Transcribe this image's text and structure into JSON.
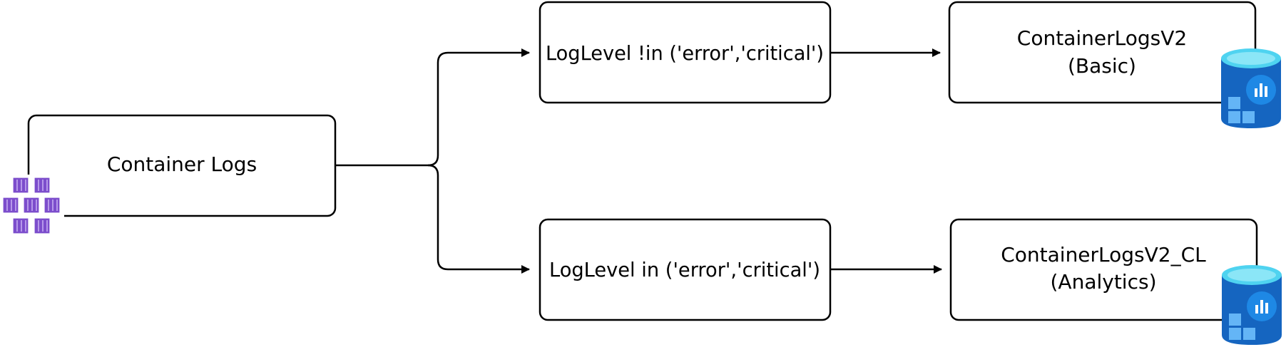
{
  "nodes": {
    "source": {
      "label": "Container Logs",
      "icon": "kubernetes-containers-icon"
    },
    "filter_basic": {
      "label": "LogLevel !in ('error','critical')"
    },
    "filter_analytics": {
      "label": "LogLevel in ('error','critical')"
    },
    "table_basic": {
      "line1": "ContainerLogsV2",
      "line2": "(Basic)",
      "icon": "log-analytics-database-icon"
    },
    "table_analytics": {
      "line1": "ContainerLogsV2_CL",
      "line2": "(Analytics)",
      "icon": "log-analytics-database-icon"
    }
  },
  "colors": {
    "container_purple": "#7c4dcc",
    "container_light": "#a07ae6",
    "db_blue": "#1565c0",
    "db_top": "#4fd3f0",
    "db_light": "#64b5f6"
  }
}
